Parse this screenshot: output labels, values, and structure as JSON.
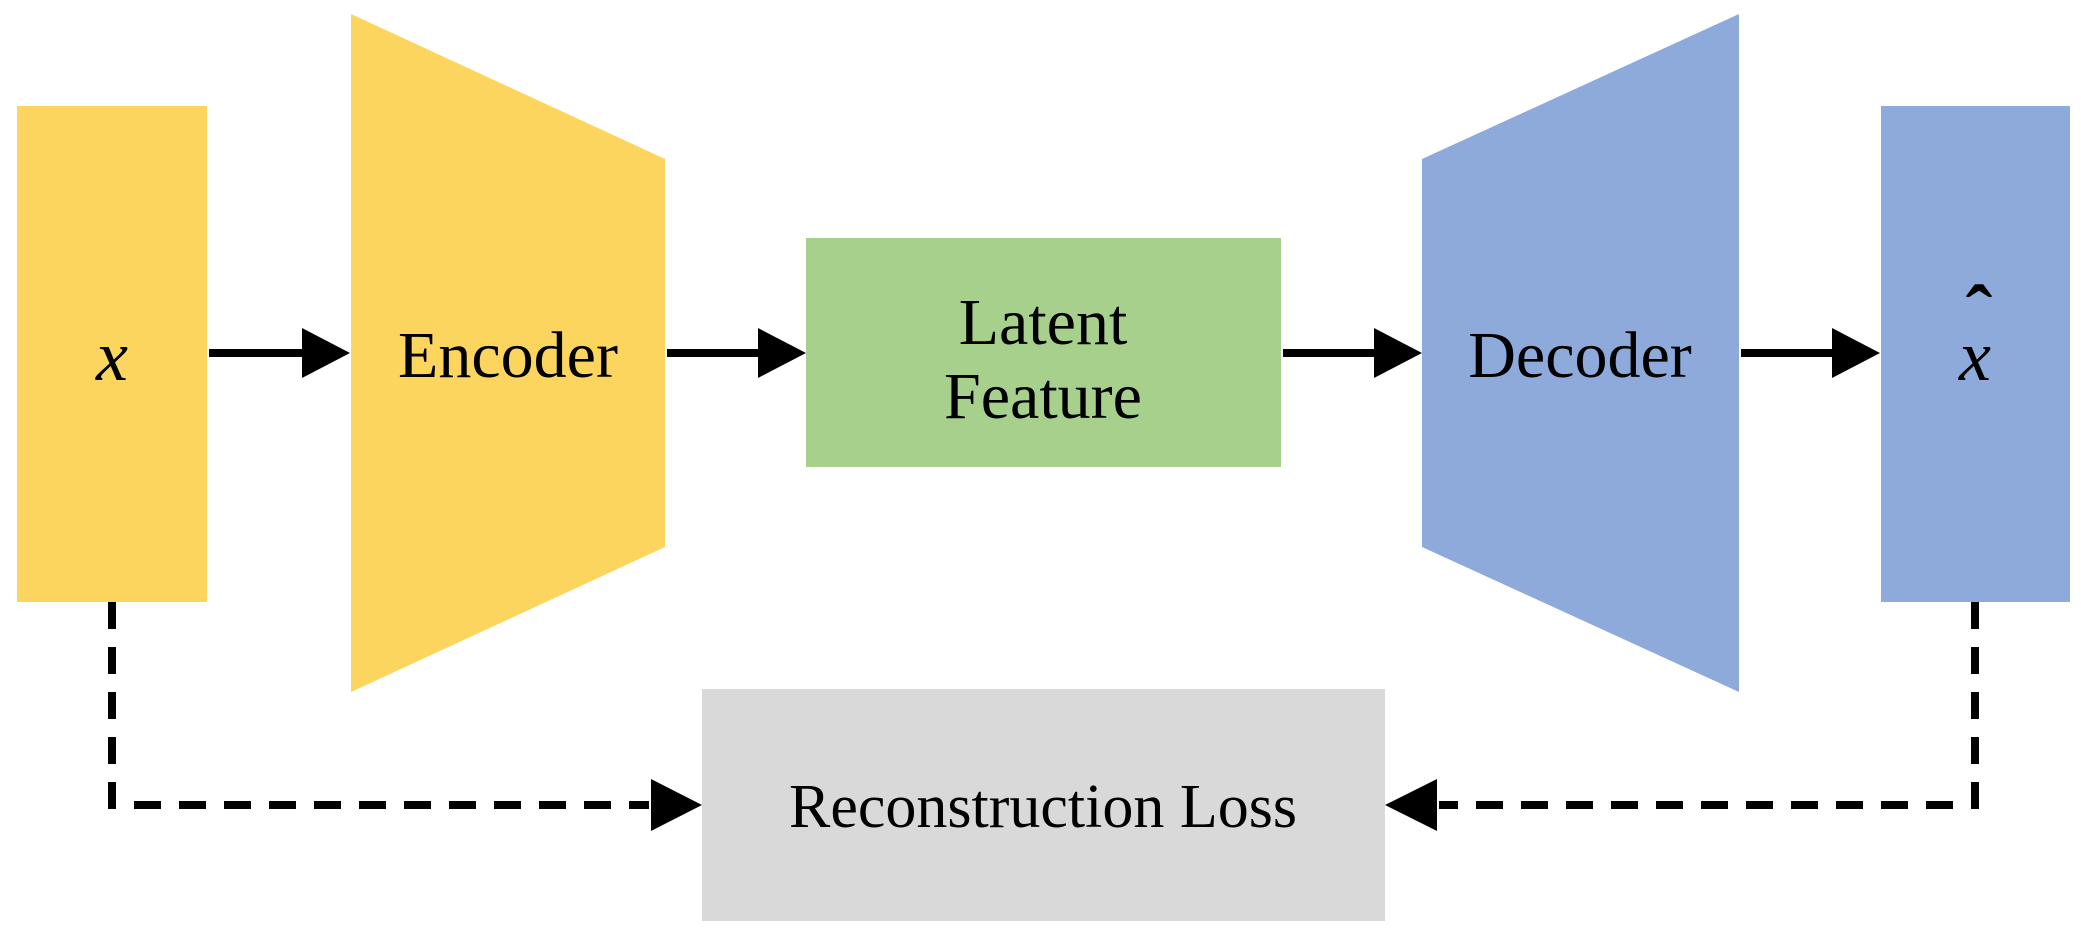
{
  "colors": {
    "input_fill": "#FCD55F",
    "encoder_fill": "#FCD55F",
    "latent_fill": "#A8D08D",
    "decoder_fill": "#8EAADB",
    "output_fill": "#8EAADB",
    "loss_fill": "#D9D9D9",
    "line": "#000000",
    "background": "#FFFFFF"
  },
  "nodes": {
    "input": {
      "label": "x"
    },
    "encoder": {
      "label": "Encoder"
    },
    "latent": {
      "label_line1": "Latent",
      "label_line2": "Feature"
    },
    "decoder": {
      "label": "Decoder"
    },
    "output": {
      "label": "x",
      "hat": "ˆ"
    },
    "loss": {
      "label": "Reconstruction Loss"
    }
  }
}
